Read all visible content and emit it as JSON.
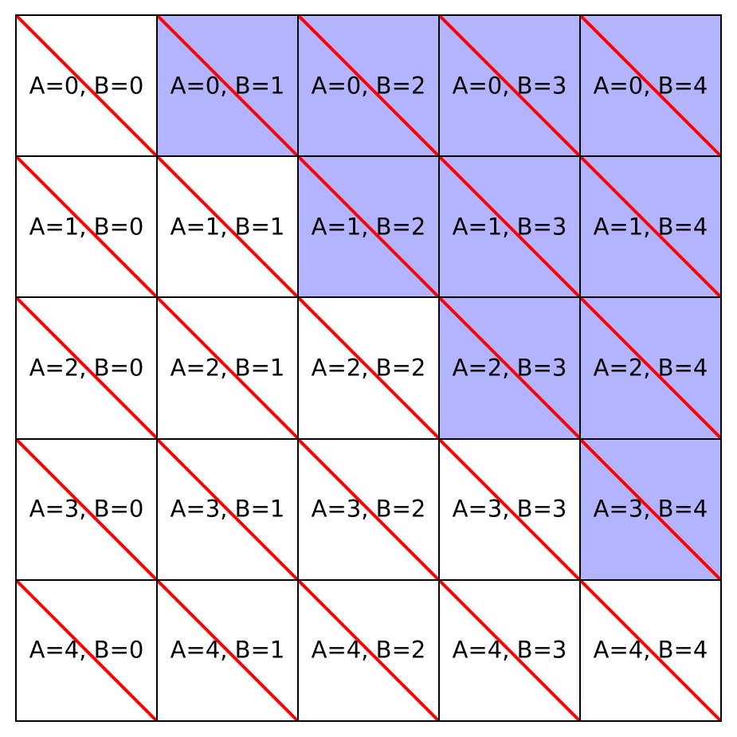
{
  "grid": {
    "rows": 5,
    "cols": 5,
    "colors": {
      "shaded": "#b3b3ff",
      "unshaded": "#ffffff",
      "border": "#000000",
      "diagonal": "#ff0000"
    },
    "cells": [
      [
        {
          "label": "A=0, B=0",
          "shaded": false
        },
        {
          "label": "A=0, B=1",
          "shaded": true
        },
        {
          "label": "A=0, B=2",
          "shaded": true
        },
        {
          "label": "A=0, B=3",
          "shaded": true
        },
        {
          "label": "A=0, B=4",
          "shaded": true
        }
      ],
      [
        {
          "label": "A=1, B=0",
          "shaded": false
        },
        {
          "label": "A=1, B=1",
          "shaded": false
        },
        {
          "label": "A=1, B=2",
          "shaded": true
        },
        {
          "label": "A=1, B=3",
          "shaded": true
        },
        {
          "label": "A=1, B=4",
          "shaded": true
        }
      ],
      [
        {
          "label": "A=2, B=0",
          "shaded": false
        },
        {
          "label": "A=2, B=1",
          "shaded": false
        },
        {
          "label": "A=2, B=2",
          "shaded": false
        },
        {
          "label": "A=2, B=3",
          "shaded": true
        },
        {
          "label": "A=2, B=4",
          "shaded": true
        }
      ],
      [
        {
          "label": "A=3, B=0",
          "shaded": false
        },
        {
          "label": "A=3, B=1",
          "shaded": false
        },
        {
          "label": "A=3, B=2",
          "shaded": false
        },
        {
          "label": "A=3, B=3",
          "shaded": false
        },
        {
          "label": "A=3, B=4",
          "shaded": true
        }
      ],
      [
        {
          "label": "A=4, B=0",
          "shaded": false
        },
        {
          "label": "A=4, B=1",
          "shaded": false
        },
        {
          "label": "A=4, B=2",
          "shaded": false
        },
        {
          "label": "A=4, B=3",
          "shaded": false
        },
        {
          "label": "A=4, B=4",
          "shaded": false
        }
      ]
    ]
  }
}
